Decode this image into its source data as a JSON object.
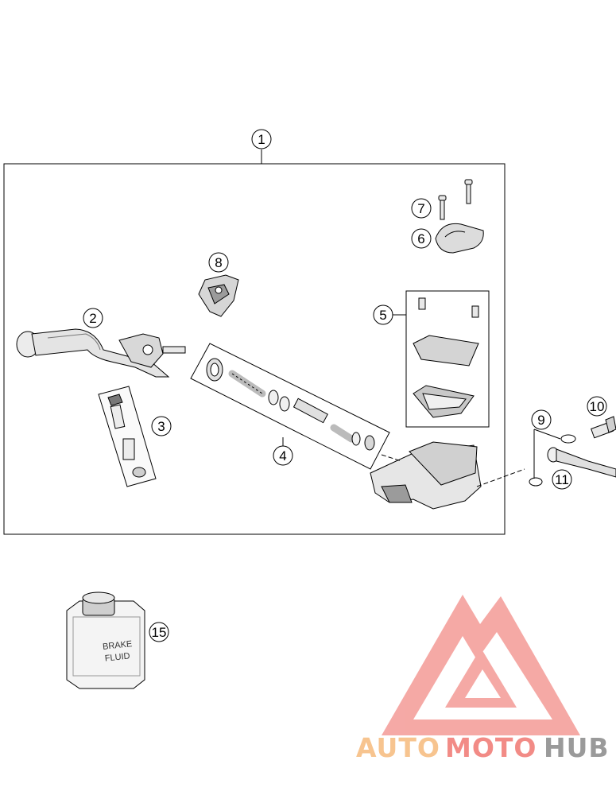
{
  "callouts": {
    "c1": "1",
    "c2": "2",
    "c3": "3",
    "c4": "4",
    "c5": "5",
    "c6": "6",
    "c7": "7",
    "c8": "8",
    "c9": "9",
    "c10": "10",
    "c11": "11",
    "c15": "15"
  },
  "brake_fluid": {
    "line1": "BRAKE",
    "line2": "FLUID"
  },
  "watermark": {
    "part1": "AUTO",
    "part2": "MOTO",
    "part3": "HUB",
    "color1": "#f7c48f",
    "color2": "#f28b86",
    "color3": "#9a9a9a",
    "logo_color": "#f28b86"
  },
  "colors": {
    "line": "#000000",
    "part_fill": "#ececec",
    "part_shade": "#9b9b9b"
  }
}
